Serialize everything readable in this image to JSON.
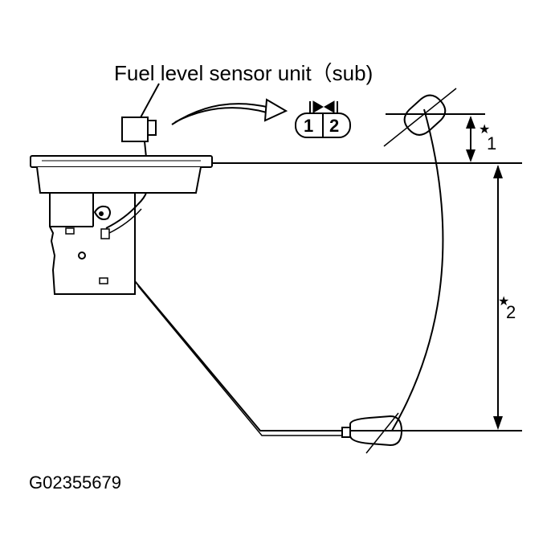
{
  "callout_label": "Fuel level sensor unit（sub)",
  "connector": {
    "pin_left": "1",
    "pin_right": "2"
  },
  "dimension_marks": {
    "star_symbol": "★",
    "mark1": "1",
    "mark2": "2"
  },
  "figure_code": "G02355679",
  "colors": {
    "line": "#000000",
    "background": "#ffffff",
    "float_fill": "#ffffff"
  }
}
